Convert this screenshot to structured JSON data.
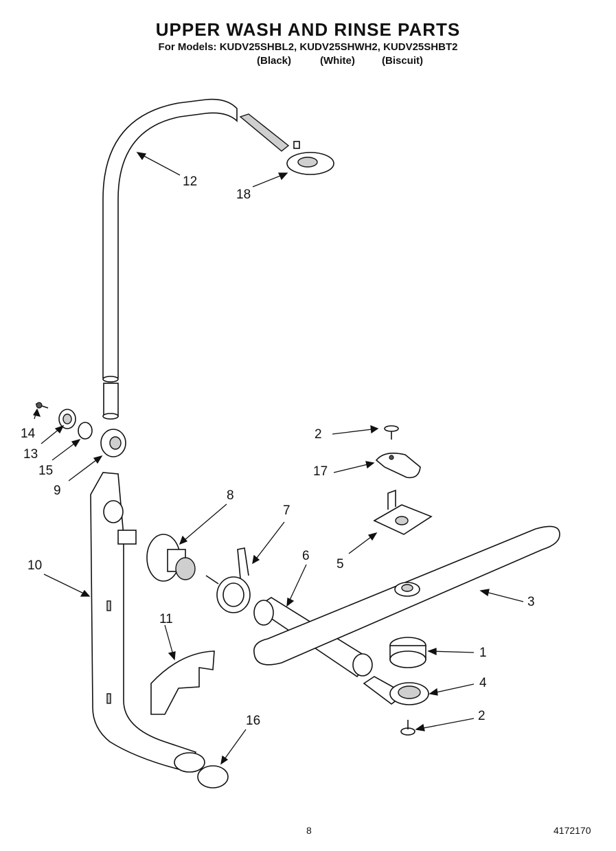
{
  "header": {
    "title": "UPPER WASH AND RINSE PARTS",
    "models_line": "For Models: KUDV25SHBL2, KUDV25SHWH2, KUDV25SHBT2",
    "color_black": "(Black)",
    "color_white": "(White)",
    "color_biscuit": "(Biscuit)"
  },
  "callouts": {
    "c12": "12",
    "c18": "18",
    "c14": "14",
    "c13": "13",
    "c15": "15",
    "c9": "9",
    "c8": "8",
    "c7": "7",
    "c10": "10",
    "c11": "11",
    "c16": "16",
    "c6": "6",
    "c2a": "2",
    "c17": "17",
    "c5": "5",
    "c3": "3",
    "c1": "1",
    "c4": "4",
    "c2b": "2"
  },
  "footer": {
    "page_number": "8",
    "doc_number": "4172170"
  }
}
